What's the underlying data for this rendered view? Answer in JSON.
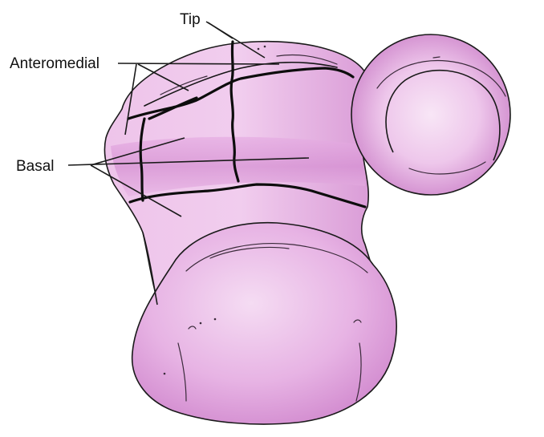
{
  "labels": {
    "tip": "Tip",
    "anteromedial": "Anteromedial",
    "basal": "Basal"
  },
  "colors": {
    "bone_fill": "#e7b4e3",
    "bone_shade": "#d58fd2",
    "bone_highlight": "#f6def3",
    "outline": "#1a1a1a",
    "label": "#111111"
  }
}
